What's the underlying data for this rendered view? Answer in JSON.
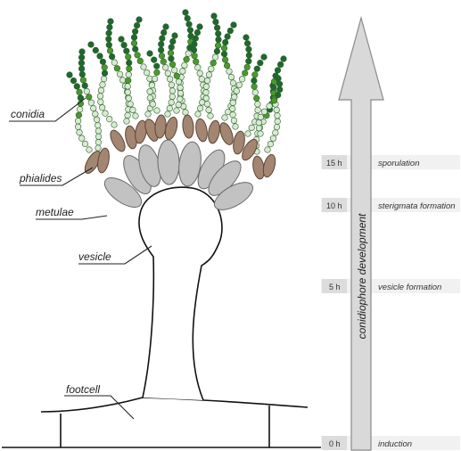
{
  "labels": {
    "conidia": "conidia",
    "phialides": "phialides",
    "metulae": "metulae",
    "vesicle": "vesicle",
    "footcell": "footcell"
  },
  "timeline": {
    "axis_label": "conidiophore development",
    "stages": [
      {
        "time": "15 h",
        "name": "sporulation"
      },
      {
        "time": "10 h",
        "name": "sterigmata formation"
      },
      {
        "time": "5 h",
        "name": "vesicle formation"
      },
      {
        "time": "0 h",
        "name": "induction"
      }
    ]
  },
  "colors": {
    "metulae": "#c2c2c2",
    "phialides": "#a38671",
    "conidia_dark": "#1e6a2c",
    "conidia_mid": "#4a9a2a",
    "conidia_light": "#d6ebcf",
    "arrow": "#d9d9d9"
  }
}
